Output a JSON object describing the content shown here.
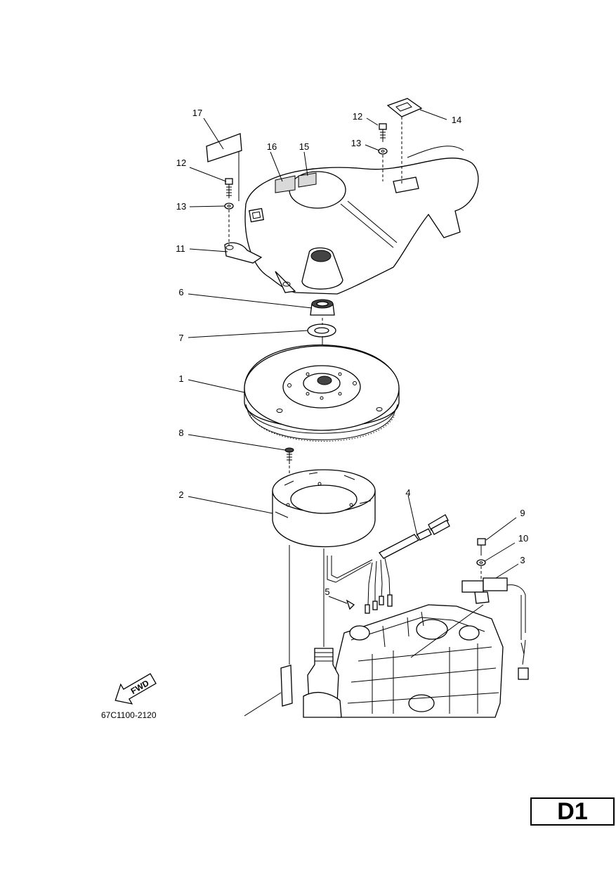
{
  "figure_code": "67C1100-2120",
  "page_id": "D1",
  "fwd_label": "FWD",
  "callouts": [
    "1",
    "2",
    "3",
    "4",
    "5",
    "6",
    "7",
    "8",
    "9",
    "10",
    "11",
    "12",
    "12",
    "13",
    "13",
    "14",
    "15",
    "16",
    "17"
  ]
}
